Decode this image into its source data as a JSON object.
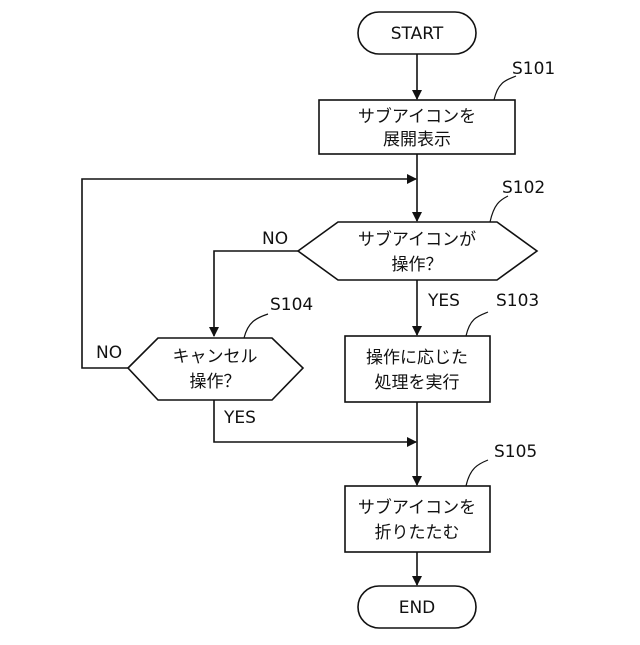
{
  "flowchart": {
    "start": "START",
    "end": "END",
    "steps": {
      "s101": {
        "id": "S101",
        "lines": [
          "サブアイコンを",
          "展開表示"
        ]
      },
      "s102": {
        "id": "S102",
        "lines": [
          "サブアイコンが",
          "操作？"
        ]
      },
      "s103": {
        "id": "S103",
        "lines": [
          "操作に応じた",
          "処理を実行"
        ]
      },
      "s104": {
        "id": "S104",
        "lines": [
          "キャンセル",
          "操作？"
        ]
      },
      "s105": {
        "id": "S105",
        "lines": [
          "サブアイコンを",
          "折りたたむ"
        ]
      }
    },
    "branches": {
      "s102_yes": "YES",
      "s102_no": "NO",
      "s104_yes": "YES",
      "s104_no": "NO"
    }
  }
}
